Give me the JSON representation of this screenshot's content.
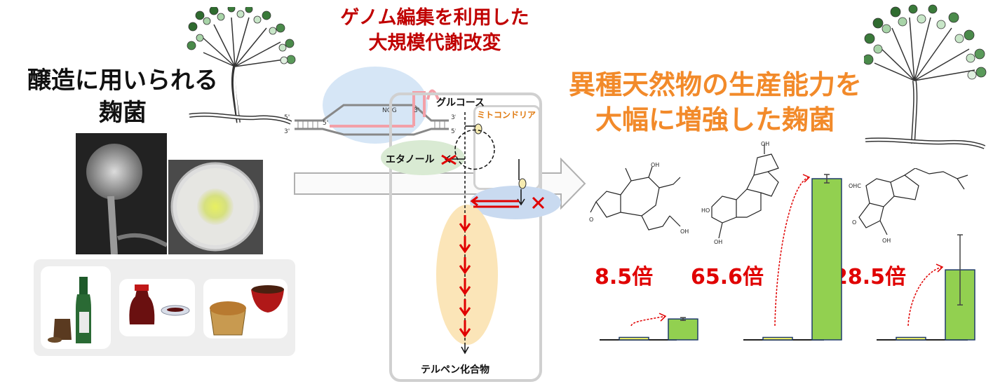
{
  "left": {
    "title_line1": "醸造に用いられる",
    "title_line2": "麹菌"
  },
  "middle": {
    "title_line1": "ゲノム編集を利用した",
    "title_line2": "大規模代謝改変",
    "glucose": "グルコース",
    "mitochondria": "ミトコンドリア",
    "ethanol": "エタノール",
    "terpene": "テルペン化合物",
    "dna_5p_top": "5'",
    "dna_3p_bottom": "3'",
    "dna_5p_inner": "5'",
    "dna_3p_inner": "3'",
    "dna_ngg": "NGG",
    "dna_3p_right": "3'",
    "dna_5p_right": "5'"
  },
  "right": {
    "title_line1": "異種天然物の生産能力を",
    "title_line2": "大幅に増強した麹菌"
  },
  "colors": {
    "red": "#e00000",
    "dark_red": "#c00000",
    "orange": "#f28a2a",
    "bar_green": "#92d050",
    "bar_yellow": "#ffff66"
  },
  "chart_data": [
    {
      "type": "bar",
      "fold_label": "8.5倍",
      "categories": [
        "",
        ""
      ],
      "values": [
        1,
        8.5
      ],
      "ylim": [
        0,
        65.6
      ]
    },
    {
      "type": "bar",
      "fold_label": "65.6倍",
      "categories": [
        "",
        ""
      ],
      "values": [
        1,
        65.6
      ],
      "ylim": [
        0,
        65.6
      ]
    },
    {
      "type": "bar",
      "fold_label": "28.5倍",
      "categories": [
        "",
        ""
      ],
      "values": [
        1,
        28.5
      ],
      "ylim": [
        0,
        65.6
      ]
    }
  ]
}
